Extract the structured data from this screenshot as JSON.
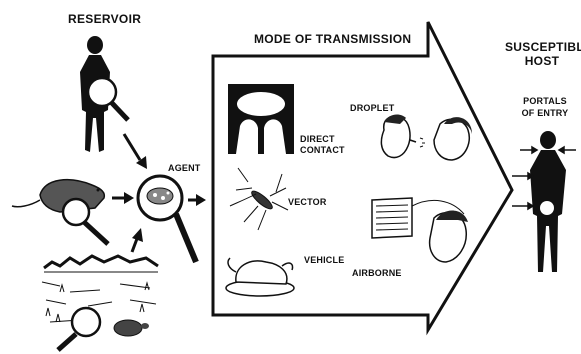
{
  "reservoir": {
    "title": "RESERVOIR"
  },
  "agent": {
    "label": "AGENT"
  },
  "transmission": {
    "title": "MODE OF TRANSMISSION",
    "direct_contact_line1": "DIRECT",
    "direct_contact_line2": "CONTACT",
    "droplet": "DROPLET",
    "vector": "VECTOR",
    "vehicle": "VEHICLE",
    "airborne": "AIRBORNE"
  },
  "host": {
    "title_line1": "SUSCEPTIBL",
    "title_line2": "HOST",
    "portals_line1": "PORTALS",
    "portals_line2": "OF ENTRY"
  },
  "icons": [
    "human-silhouette-icon",
    "magnifying-glass-icon",
    "rat-icon",
    "marsh-icon",
    "turtle-icon",
    "microbe-icon",
    "hands-icon",
    "mosquito-icon",
    "turkey-icon",
    "sneezing-faces-icon",
    "air-vent-icon"
  ],
  "colors": {
    "ink": "#111111",
    "paper": "#ffffff"
  }
}
